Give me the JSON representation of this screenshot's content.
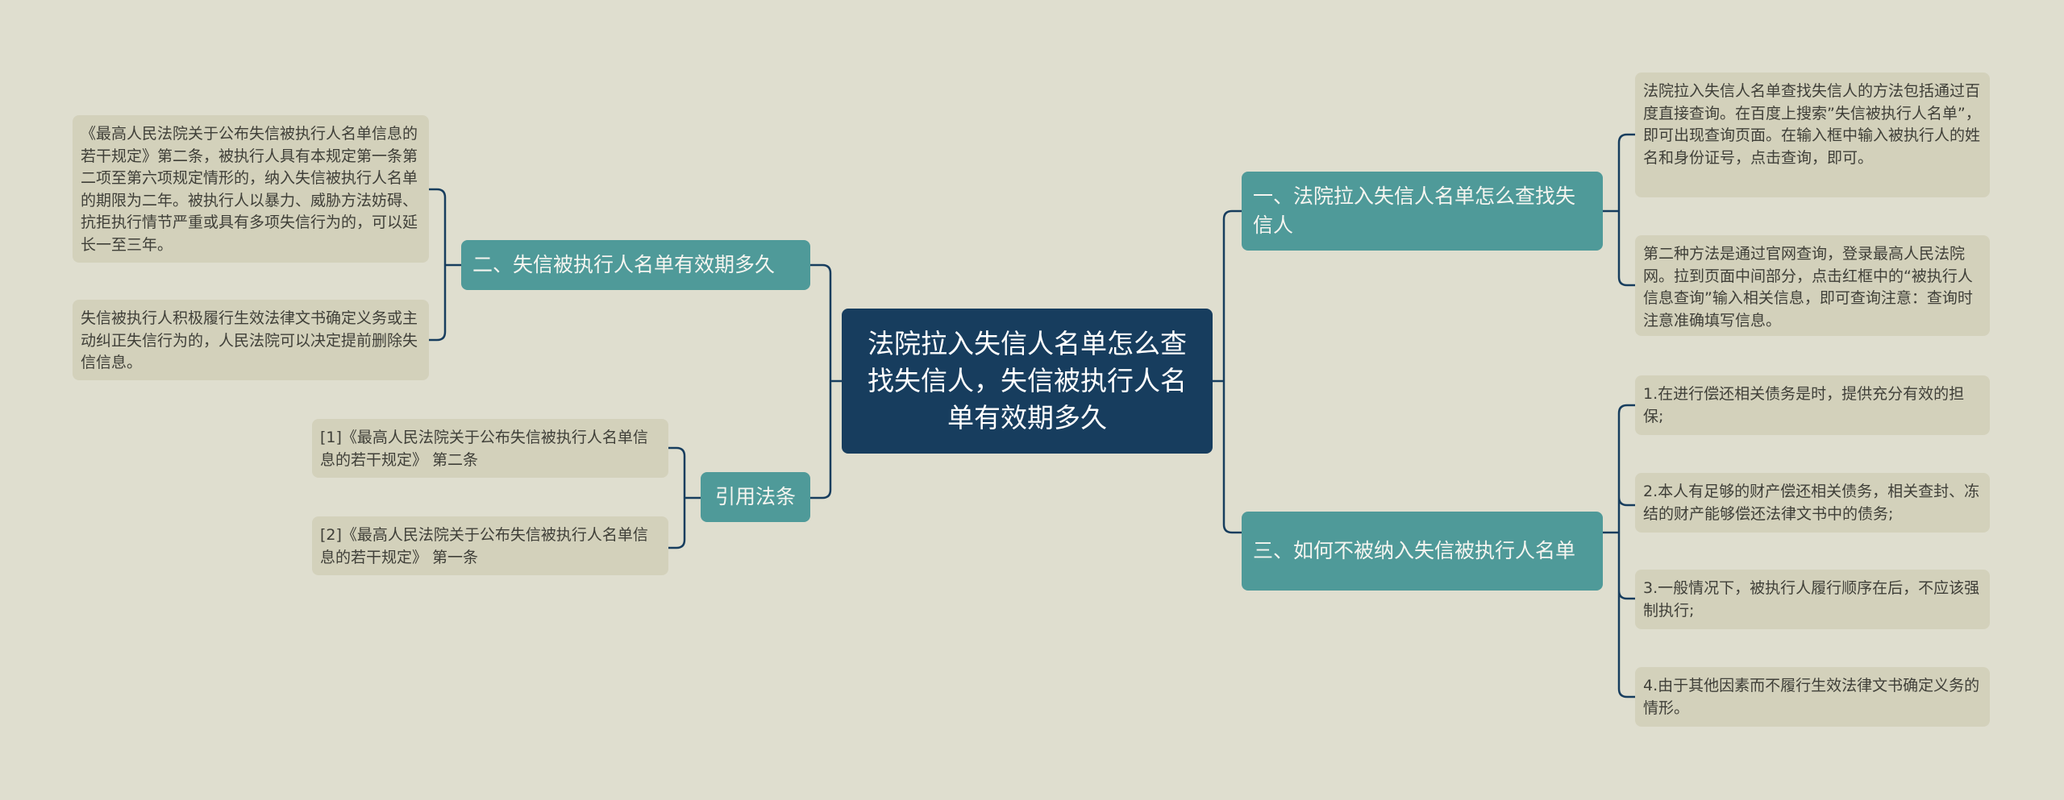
{
  "root": {
    "title": "法院拉入失信人名单怎么查找失信人，失信被执行人名单有效期多久"
  },
  "branches": {
    "b1": {
      "label": "一、法院拉入失信人名单怎么查找失信人",
      "leaves": [
        "法院拉入失信人名单查找失信人的方法包括通过百度直接查询。在百度上搜索”失信被执行人名单”，即可出现查询页面。在输入框中输入被执行人的姓名和身份证号，点击查询，即可。",
        "第二种方法是通过官网查询，登录最高人民法院网。拉到页面中间部分，点击红框中的“被执行人信息查询”输入相关信息，即可查询注意：查询时注意准确填写信息。"
      ]
    },
    "b2": {
      "label": "二、失信被执行人名单有效期多久",
      "leaves": [
        "《最高人民法院关于公布失信被执行人名单信息的若干规定》第二条，被执行人具有本规定第一条第二项至第六项规定情形的，纳入失信被执行人名单的期限为二年。被执行人以暴力、威胁方法妨碍、抗拒执行情节严重或具有多项失信行为的，可以延长一至三年。",
        "失信被执行人积极履行生效法律文书确定义务或主动纠正失信行为的，人民法院可以决定提前删除失信信息。"
      ]
    },
    "b3": {
      "label": "三、如何不被纳入失信被执行人名单",
      "leaves": [
        "1.在进行偿还相关债务是时，提供充分有效的担保;",
        "2.本人有足够的财产偿还相关债务，相关查封、冻结的财产能够偿还法律文书中的债务;",
        "3.一般情况下，被执行人履行顺序在后，不应该强制执行;",
        "4.由于其他因素而不履行生效法律文书确定义务的情形。"
      ]
    },
    "b4": {
      "label": "引用法条",
      "leaves": [
        "[1]《最高人民法院关于公布失信被执行人名单信息的若干规定》 第二条",
        "[2]《最高人民法院关于公布失信被执行人名单信息的若干规定》 第一条"
      ]
    }
  },
  "colors": {
    "background": "#dfdecf",
    "root": "#173d5e",
    "branch": "#4f9a99",
    "leaf": "#d3d1bb",
    "connector": "#173d5e"
  }
}
